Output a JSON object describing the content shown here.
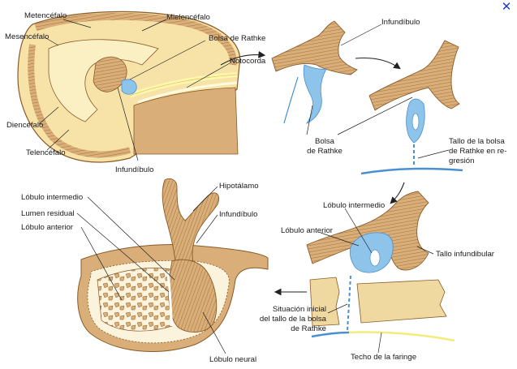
{
  "close_glyph": "✕",
  "colors": {
    "tissue": "#d9ae78",
    "tissue_dark": "#8a5a2a",
    "brain_fill": "#f7e3a8",
    "rathke_blue": "#8fc4ea",
    "rathke_stroke": "#4a8fcf",
    "pharynx_yellow": "#f4ec7a",
    "notochord": "#fff6b0",
    "cross_section": "#f0d9a0"
  },
  "panel_a": {
    "metencefalo": "Metencéfalo",
    "mielencefalo": "Mielencéfalo",
    "mesencefalo": "Mesencéfalo",
    "bolsa_rathke": "Bolsa de Rathke",
    "notocorda": "Notocorda",
    "diencefalo": "Diencéfalo",
    "telencefalo": "Telencéfalo",
    "infundibulo": "Infundíbulo"
  },
  "panel_b": {
    "infundibulo": "Infundíbulo",
    "bolsa_line1": "Bolsa",
    "bolsa_line2": "de Rathke"
  },
  "panel_c": {
    "tallo_line1": "Tallo de la bolsa",
    "tallo_line2": "de Rathke en re-",
    "tallo_line3": "gresión"
  },
  "panel_d": {
    "lobulo_intermedio": "Lóbulo intermedio",
    "lobulo_anterior": "Lóbulo anterior",
    "tallo_infundibular": "Tallo infundibular",
    "situacion_line1": "Situación inicial",
    "situacion_line2": "del tallo de la bolsa",
    "situacion_line3": "de Rathke",
    "techo_faringe": "Techo de la faringe"
  },
  "panel_e": {
    "hipotalamo": "Hipotálamo",
    "lobulo_intermedio": "Lóbulo intermedio",
    "infundibulo": "Infundíbulo",
    "lumen_residual": "Lumen residual",
    "lobulo_anterior": "Lóbulo anterior",
    "lobulo_neural": "Lóbulo neural"
  }
}
